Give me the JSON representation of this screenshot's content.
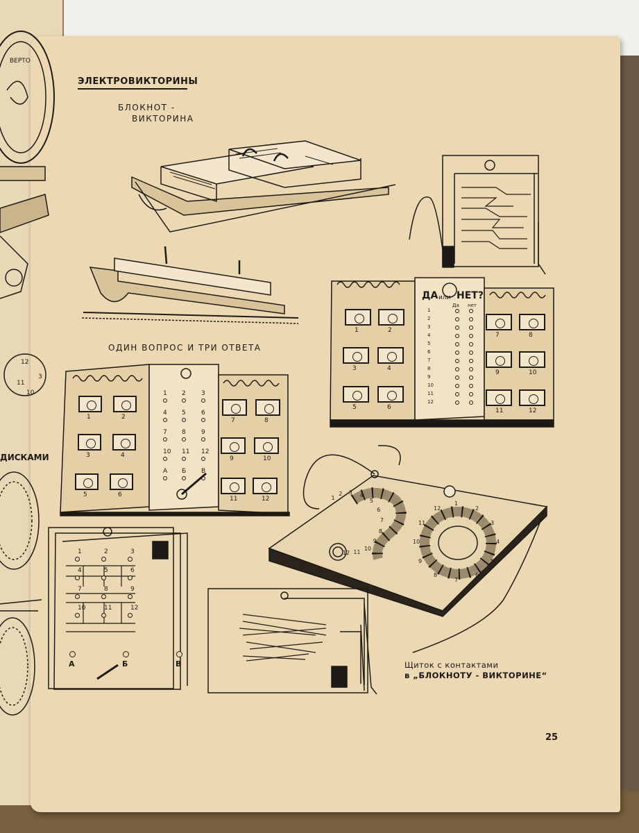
{
  "page": {
    "section_title": "ЭЛЕКТРОВИКТОРИНЫ",
    "subtitle_notebook_line1": "БЛОКНОТ -",
    "subtitle_notebook_line2": "ВИКТОРИНА",
    "subtitle_qa": "ОДИН ВОПРОС И ТРИ ОТВЕТА",
    "caption_line1": "Щиток с контактами",
    "caption_line2": "в „БЛОКНОТУ - ВИКТОРИНЕ“",
    "page_number": "25",
    "left_page_fragment": "ДИСКАМИ",
    "yes_no_header_yes": "ДА",
    "yes_no_header_or": "или",
    "yes_no_header_no": "НЕТ?",
    "yes_no_col_yes": "Да",
    "yes_no_col_no": "нет"
  },
  "left_page_disc_text": "ВЕРТО",
  "yes_no_board": {
    "left_cards": [
      "1",
      "2",
      "3",
      "4",
      "5",
      "6"
    ],
    "right_cards": [
      "7",
      "8",
      "9",
      "10",
      "11",
      "12"
    ],
    "rows": [
      "1",
      "2",
      "3",
      "4",
      "5",
      "6",
      "7",
      "8",
      "9",
      "10",
      "11",
      "12"
    ]
  },
  "three_answer_board": {
    "left_cards": [
      "1",
      "2",
      "3",
      "4",
      "5",
      "6"
    ],
    "right_cards": [
      "7",
      "8",
      "9",
      "10",
      "11",
      "12"
    ],
    "contacts_col1": [
      "1",
      "4",
      "7",
      "10",
      "А"
    ],
    "contacts_col2": [
      "2",
      "5",
      "8",
      "11",
      "Б"
    ],
    "contacts_col3": [
      "3",
      "6",
      "9",
      "12",
      "В"
    ]
  },
  "circuit": {
    "numbers": [
      "1",
      "2",
      "3",
      "4",
      "5",
      "6",
      "7",
      "8",
      "9",
      "10",
      "11",
      "12"
    ],
    "answers": [
      "А",
      "Б",
      "В"
    ]
  },
  "question_board": {
    "left_ring": [
      "1",
      "2",
      "3",
      "4",
      "5",
      "6",
      "7",
      "8",
      "9",
      "10",
      "11",
      "12"
    ],
    "right_ring": [
      "1",
      "2",
      "3",
      "4",
      "5",
      "6",
      "7",
      "8",
      "9",
      "10",
      "11",
      "12"
    ]
  },
  "clock_numbers": [
    "12",
    "3",
    "11",
    "10"
  ],
  "colors": {
    "paper": "#ecd9b3",
    "ink": "#1d1a16",
    "desk": "#7a5f3e"
  }
}
